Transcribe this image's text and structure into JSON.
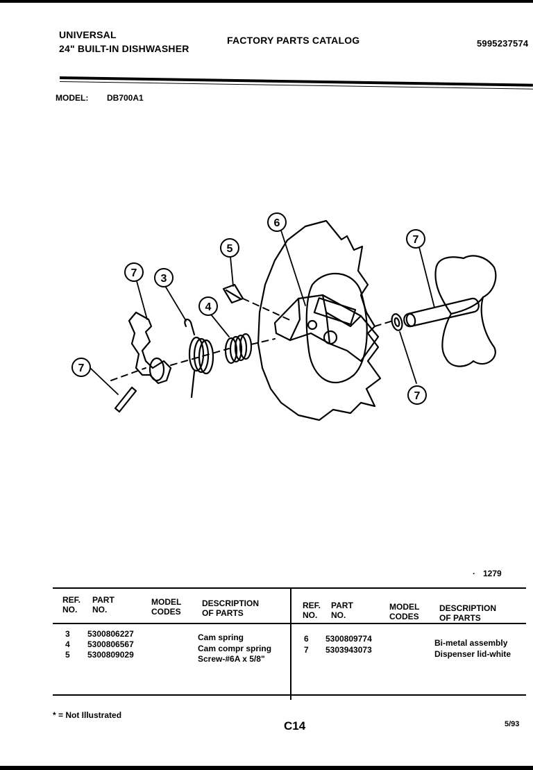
{
  "header": {
    "brand": "UNIVERSAL",
    "product": "24\" BUILT-IN DISHWASHER",
    "catalog_title": "FACTORY PARTS CATALOG",
    "catalog_number": "5995237574",
    "model_label": "MODEL:",
    "model_value": "DB700A1"
  },
  "diagram": {
    "callouts": [
      "6",
      "5",
      "7",
      "3",
      "4",
      "7",
      "7",
      "7"
    ],
    "figure_number": "1279"
  },
  "parts_table": {
    "headers": {
      "ref_no": "REF.\nNO.",
      "part_no": "PART\nNO.",
      "model_codes": "MODEL\nCODES",
      "description": "DESCRIPTION\nOF PARTS"
    },
    "left_rows": [
      {
        "ref": "3",
        "part": "5300806227",
        "codes": "",
        "desc": "Cam spring"
      },
      {
        "ref": "4",
        "part": "5300806567",
        "codes": "",
        "desc": "Cam compr spring"
      },
      {
        "ref": "5",
        "part": "5300809029",
        "codes": "",
        "desc": "Screw-#6A x 5/8\""
      }
    ],
    "right_rows": [
      {
        "ref": "6",
        "part": "5300809774",
        "codes": "",
        "desc": "Bi-metal assembly"
      },
      {
        "ref": "7",
        "part": "5303943073",
        "codes": "",
        "desc": "Dispenser lid-white"
      }
    ]
  },
  "footer": {
    "note": "* = Not Illustrated",
    "page_code": "C14",
    "date": "5/93"
  }
}
